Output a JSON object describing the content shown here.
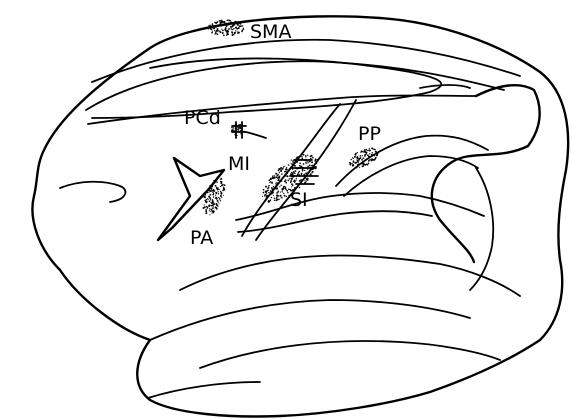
{
  "regions": {
    "sma": "SMA",
    "pcd": "PCd",
    "mi": "MI",
    "si": "SI",
    "pp": "PP",
    "pa": "PA"
  },
  "colors": {
    "ink": "#000000",
    "background": "#ffffff"
  }
}
